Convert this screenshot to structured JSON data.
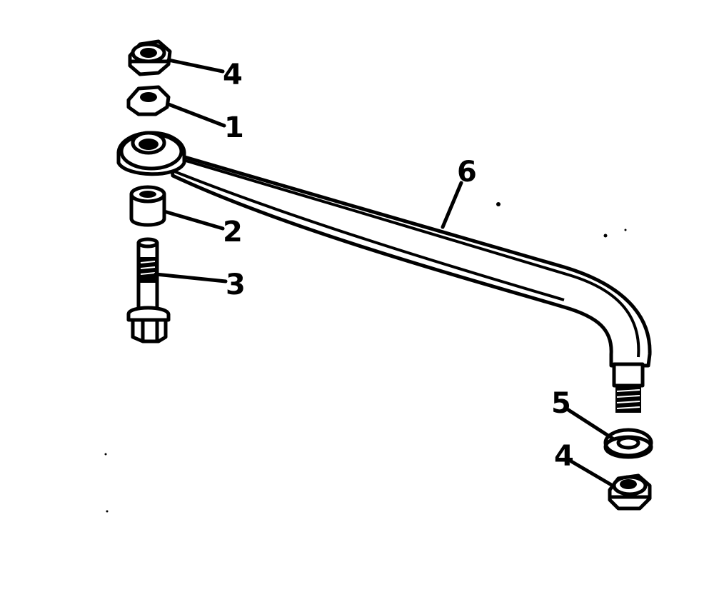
{
  "diagram": {
    "callouts": {
      "nut_top": "4",
      "nut_thin": "1",
      "spacer": "2",
      "bolt": "3",
      "link_rod": "6",
      "washer": "5",
      "nut_bottom": "4"
    }
  },
  "colors": {
    "ink": "#000000",
    "paper": "#ffffff"
  }
}
